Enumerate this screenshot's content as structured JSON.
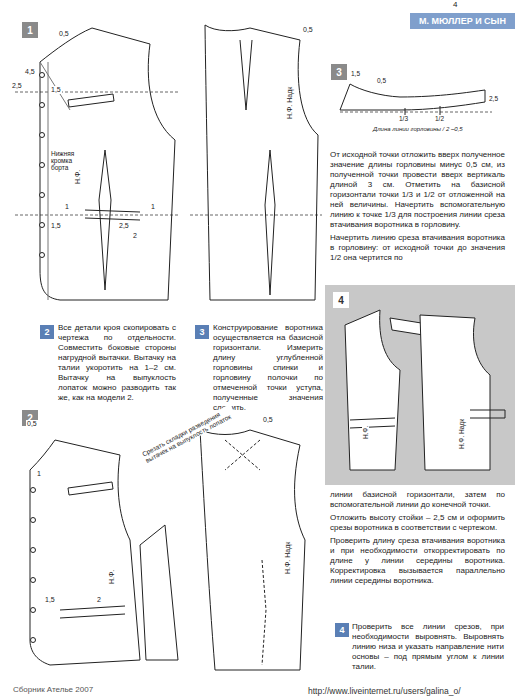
{
  "diagram": {
    "nodes": [
      {
        "text": [
          "М. МЮЛЛЕР И СЫН"
        ]
      },
      {
        "text": [
          "1"
        ]
      },
      {
        "text": [
          "3"
        ]
      },
      {
        "text": [
          "2"
        ]
      },
      {
        "text": [
          "3"
        ]
      },
      {
        "text": [
          "4"
        ]
      },
      {
        "text": [
          "2"
        ]
      },
      {
        "text": [
          "4"
        ]
      }
    ],
    "labels": [
      "4",
      "0,5",
      "2,5",
      "4,5",
      "1,5",
      "Нижняя кромка борта",
      "1,5",
      "1",
      "2,5",
      "2",
      "1",
      "Н.Ф.",
      "Н.Ф. Надк",
      "0,5",
      "1,5",
      "0,5",
      "2,5",
      "1/3",
      "1/2",
      "Длина линии горловины / 2 –0,5",
      "От исходной точки отложить вверх полученное значение длины горловины минус 0,5 см, из полученной точки провести вверх вертикаль длиной 3 см. Отметить на базисной горизонтали точки 1/3 и 1/2 от отложенной на ней величины. Начертить вспомогательную линию к точке 1/3 для построения линии среза втачивания воротника в горловину.",
      "Начертить линию среза втачивания воротника в горловину: от исходной точки до значения 1/2 она чертится по",
      "Все детали кроя скопировать с чертежа по отдельности. Совместить боковые стороны нагрудной вытачки. Вытачку на талии укоротить на 1–2 см. Вытачку на выпуклость лопаток можно разводить так же, как на модели 2.",
      "Конструирование воротника осуществляется на базисной горизонтали. Измерить длину углубленной горловины спинки и горловину полочки по отмеченной точки уступа, полученные значения сложить.",
      "Н.Ф.",
      "Н.Ф. Надк",
      "0,5",
      "1",
      "1,5",
      "2",
      "Срезать складки разведения вытачек на выпуклость лопаток",
      "0,5",
      "Н.Ф. Надк",
      "Н.Ф.",
      "линии базисной горизонтали, затем по вспомогательной линии до конечной точки.",
      "Отложить высоту стойки – 2,5 см и оформить срезы воротника в соответствии с чертежом.",
      "Проверить длину среза втачивания воротника и при необходимости откорректировать по длине у линии середины воротника. Корректировка вызывается параллельно линии середины воротника.",
      "Проверить все линии срезов, при необходимости выровнять. Выровнять линию низа и указать направление нити основы – под прямым углом к линии талии.",
      "Сборник Ателье 2007",
      "http://www.liveinternet.ru/users/galina_o/"
    ]
  }
}
